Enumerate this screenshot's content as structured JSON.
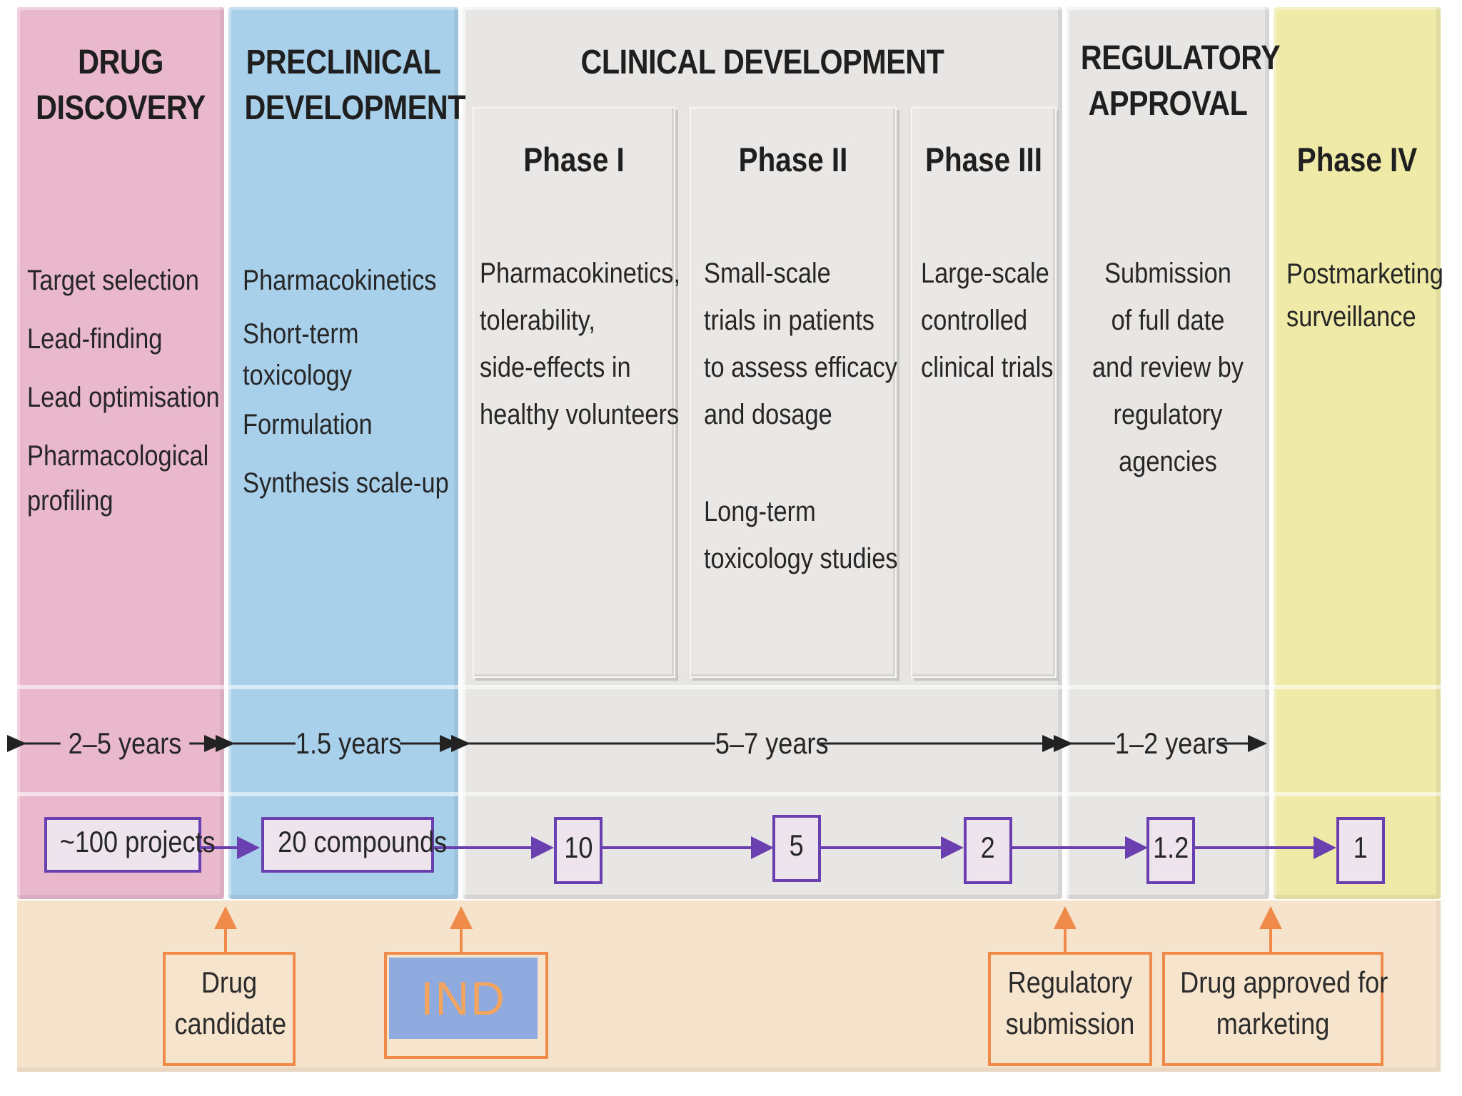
{
  "stages": {
    "discovery": {
      "title_line1": "DRUG",
      "title_line2": "DISCOVERY",
      "items": [
        "Target selection",
        "Lead-finding",
        "Lead optimisation",
        "Pharmacological",
        "profiling"
      ],
      "duration": "2–5 years",
      "count": "~100 projects"
    },
    "preclinical": {
      "title_line1": "PRECLINICAL",
      "title_line2": "DEVELOPMENT",
      "items": [
        "Pharmacokinetics",
        "Short-term",
        "toxicology",
        "Formulation",
        "Synthesis scale-up"
      ],
      "duration": "1.5 years",
      "count": "20 compounds"
    },
    "clinical": {
      "title": "CLINICAL DEVELOPMENT",
      "duration": "5–7 years",
      "phase1": {
        "title": "Phase I",
        "lines": [
          "Pharmacokinetics,",
          "tolerability,",
          "side-effects in",
          "healthy volunteers"
        ],
        "count": "10"
      },
      "phase2": {
        "title": "Phase II",
        "lines": [
          "Small-scale",
          "trials in patients",
          "to assess efficacy",
          "and dosage",
          "Long-term",
          "toxicology studies"
        ],
        "count": "5"
      },
      "phase3": {
        "title": "Phase III",
        "lines": [
          "Large-scale",
          "controlled",
          "clinical trials"
        ],
        "count": "2"
      }
    },
    "regulatory": {
      "title_line1": "REGULATORY",
      "title_line2": "APPROVAL",
      "lines": [
        "Submission",
        "of full date",
        "and review by",
        "regulatory",
        "agencies"
      ],
      "duration": "1–2 years",
      "count": "1.2"
    },
    "phase4": {
      "title": "Phase IV",
      "lines": [
        "Postmarketing",
        "surveillance"
      ],
      "count": "1"
    }
  },
  "milestones": {
    "drug_candidate": [
      "Drug",
      "candidate"
    ],
    "ind": "IND",
    "regulatory_submission": [
      "Regulatory",
      "submission"
    ],
    "drug_approved": [
      "Drug approved for",
      "marketing"
    ]
  },
  "colors": {
    "discovery": "#e9b8cc",
    "preclinical": "#a8d0ea",
    "clinical": "#e7e6e5",
    "phase4": "#efeaa8",
    "baseline": "#f6e3cc",
    "flow_arrow": "#6a3fb0",
    "milestone_arrow": "#f08a4b",
    "ind_box": "#8eaadf"
  }
}
